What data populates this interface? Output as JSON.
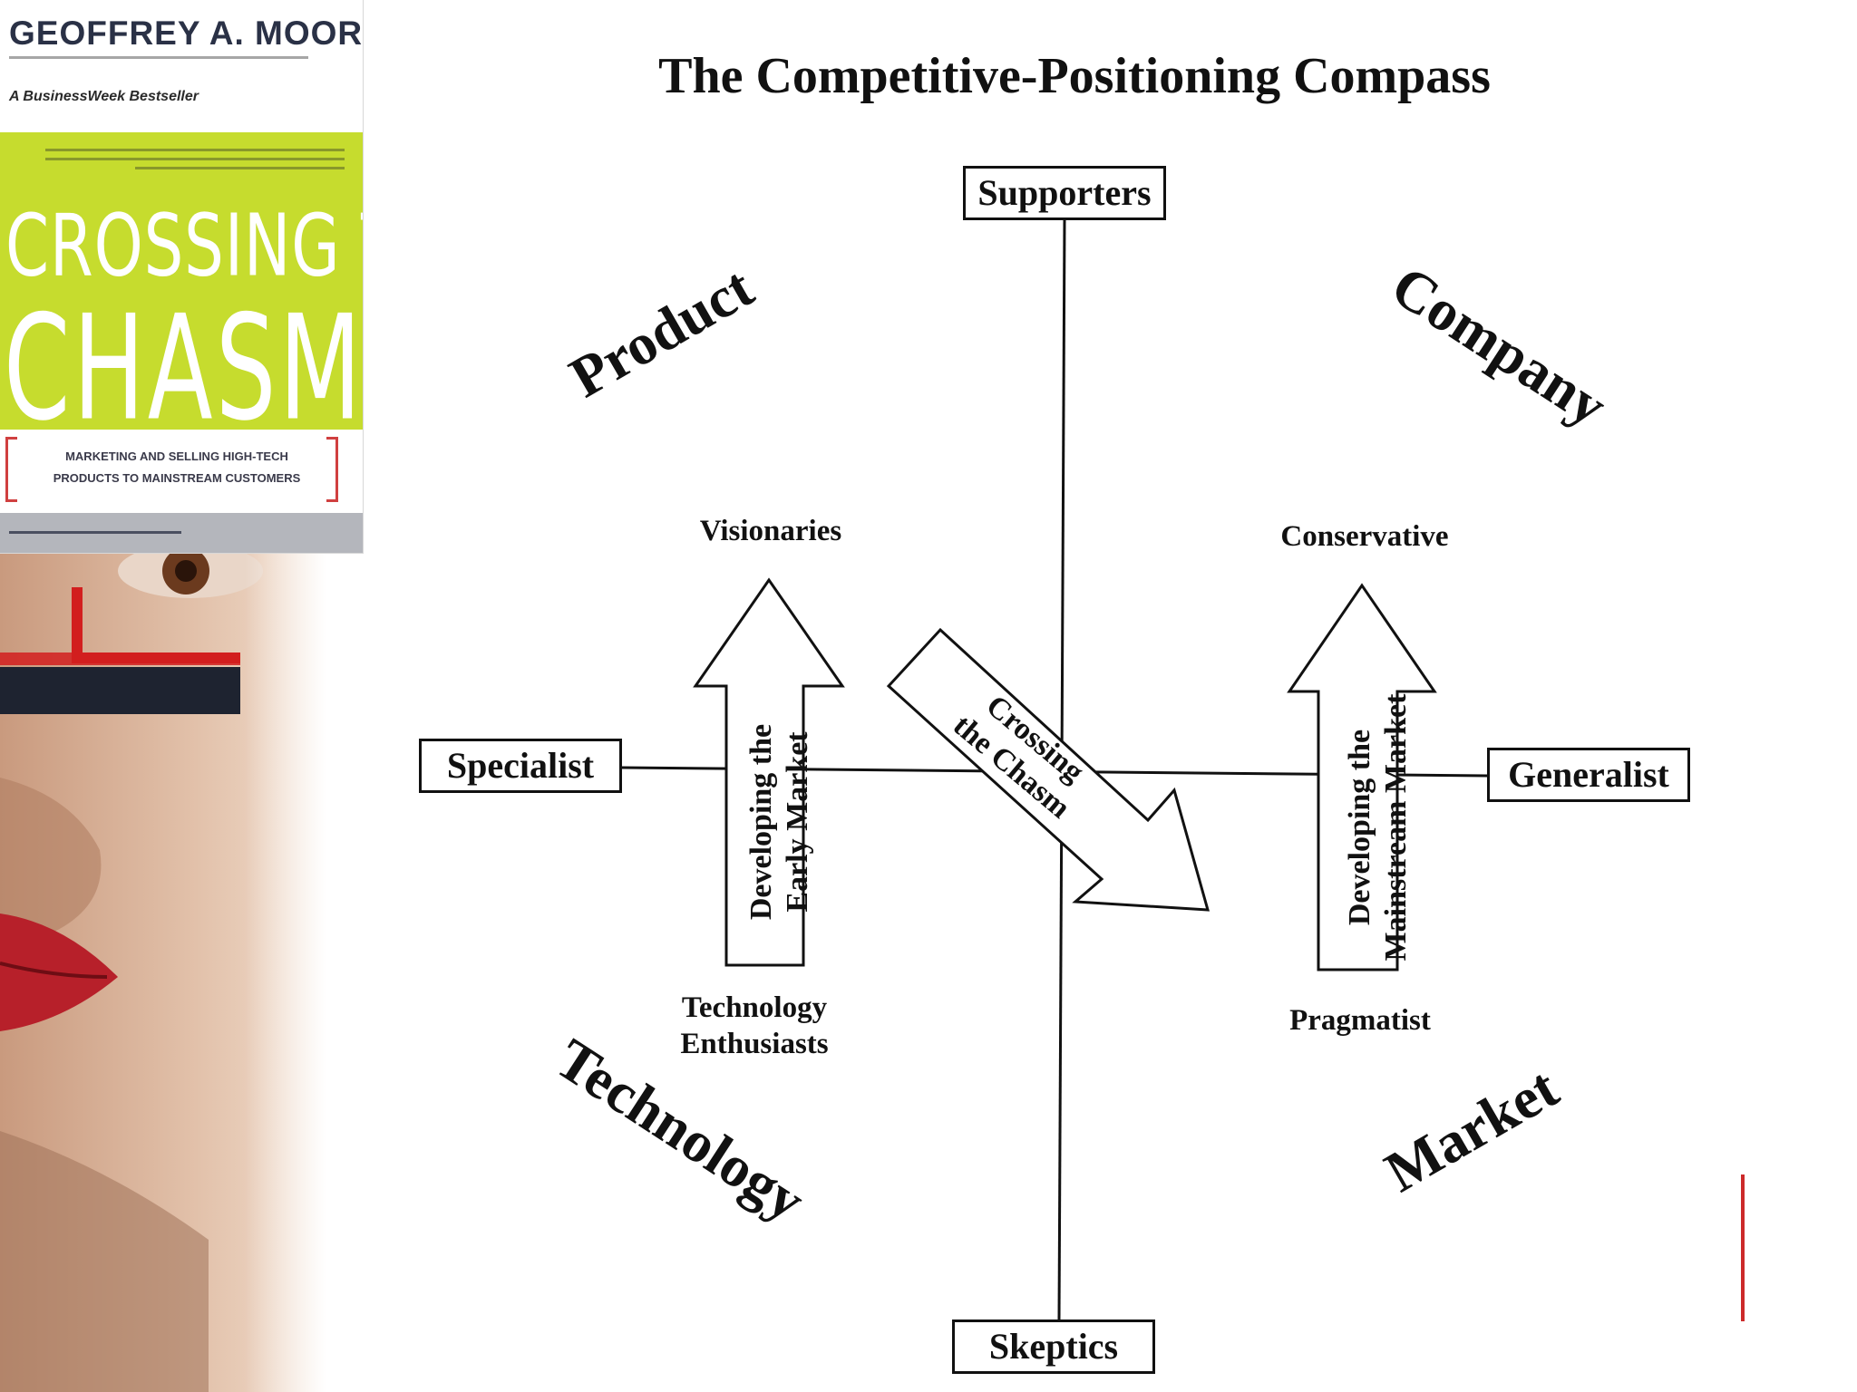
{
  "diagram_title": "The Competitive-Positioning Compass",
  "book": {
    "author": "GEOFFREY A. MOORE",
    "badge": "A BusinessWeek Bestseller",
    "title_line1": "CROSSING THE",
    "title_line2": "CHASM",
    "subtitle_line1": "MARKETING AND SELLING HIGH-TECH",
    "subtitle_line2": "PRODUCTS TO MAINSTREAM CUSTOMERS"
  },
  "compass": {
    "top": "Supporters",
    "bottom": "Skeptics",
    "left": "Specialist",
    "right": "Generalist",
    "quadrants": {
      "top_left": "Product",
      "top_right": "Company",
      "bottom_left": "Technology",
      "bottom_right": "Market"
    },
    "labels": {
      "visionaries": "Visionaries",
      "conservative": "Conservative",
      "pragmatist": "Pragmatist",
      "tech_line1": "Technology",
      "tech_line2": "Enthusiasts"
    },
    "arrows": {
      "early_line1": "Developing the",
      "early_line2": "Early Market",
      "main_line1": "Developing the",
      "main_line2": "Mainstream Market",
      "chasm_line1": "Crossing",
      "chasm_line2": "the Chasm"
    }
  },
  "colors": {
    "book_green": "#c6dc2e",
    "book_navy": "#2a3146",
    "accent_red": "#cc2a2a",
    "ink": "#111111"
  }
}
